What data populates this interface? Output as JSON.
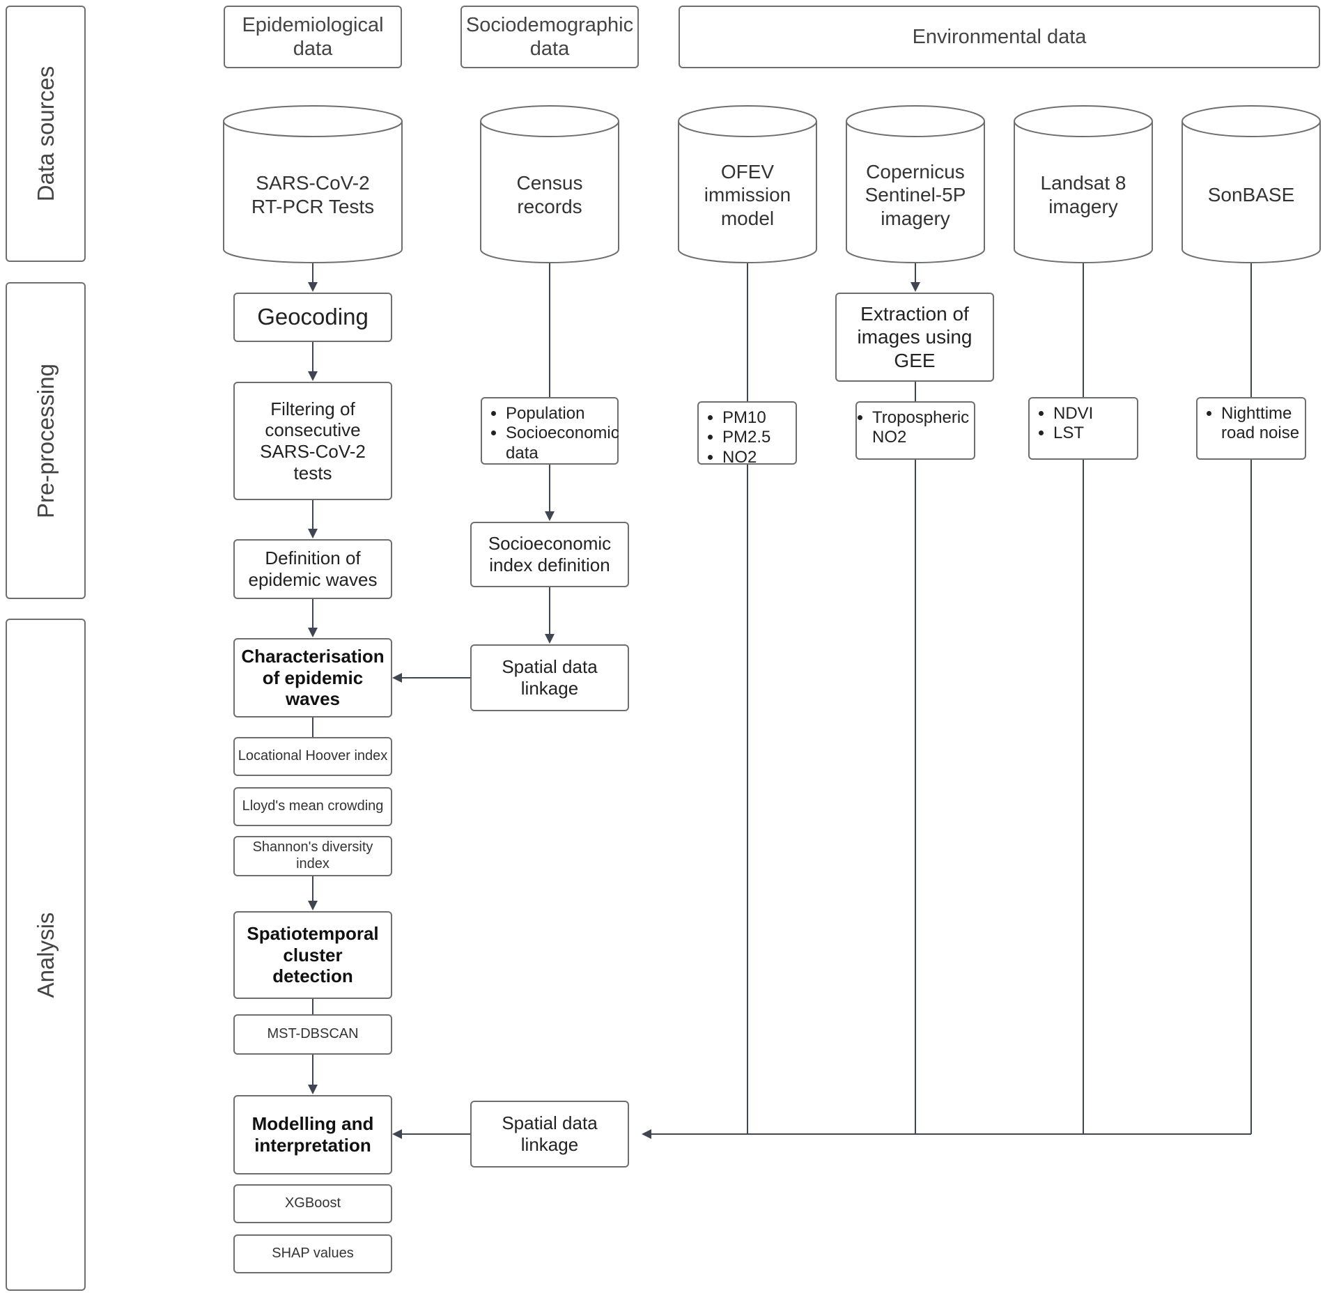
{
  "lanes": {
    "data_sources": "Data sources",
    "pre_processing": "Pre-processing",
    "analysis": "Analysis"
  },
  "headers": {
    "epidemiological": "Epidemiological\ndata",
    "sociodemographic": "Sociodemographic\ndata",
    "environmental": "Environmental data"
  },
  "sources": {
    "sars": "SARS-CoV-2\nRT-PCR Tests",
    "census": "Census\nrecords",
    "ofev": "OFEV\nimmission\nmodel",
    "copernicus": "Copernicus\nSentinel-5P\nimagery",
    "landsat": "Landsat 8\nimagery",
    "sonbase": "SonBASE"
  },
  "steps": {
    "geocoding": "Geocoding",
    "filtering": "Filtering of\nconsecutive\nSARS-CoV-2\ntests",
    "definition_waves": "Definition of\nepidemic waves",
    "extraction": "Extraction of\nimages using\nGEE",
    "socio_index": "Socioeconomic\nindex definition",
    "spatial_linkage_1": "Spatial data\nlinkage",
    "spatial_linkage_2": "Spatial data\nlinkage",
    "characterisation": "Characterisation\nof epidemic\nwaves",
    "locational_hoover": "Locational Hoover index",
    "lloyd": "Lloyd's mean crowding",
    "shannon": "Shannon's diversity\nindex",
    "spatiotemporal": "Spatiotemporal\ncluster\ndetection",
    "mst_dbscan": "MST-DBSCAN",
    "modelling": "Modelling and\ninterpretation",
    "xgboost": "XGBoost",
    "shap": "SHAP values"
  },
  "variables": {
    "census": [
      "Population",
      "Socioeconomic data"
    ],
    "ofev": [
      "PM10",
      "PM2.5",
      "NO2"
    ],
    "copernicus": [
      "Tropospheric NO2"
    ],
    "landsat": [
      "NDVI",
      "LST"
    ],
    "sonbase": [
      "Nighttime road noise"
    ]
  },
  "colors": {
    "stroke": "#6e6e6e",
    "arrow": "#3f4651",
    "text": "#222222"
  }
}
